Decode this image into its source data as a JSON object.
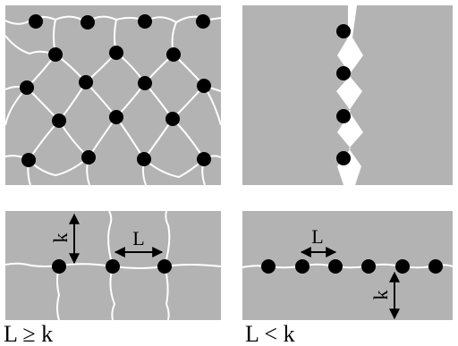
{
  "labels": {
    "left_condition": "L ≥ k",
    "right_condition": "L < k",
    "left_k": "k",
    "left_L": "L",
    "right_L": "L",
    "right_k": "k"
  },
  "colors": {
    "panel_gray": "#b3b3b3",
    "crack_white": "#ffffff",
    "dot_black": "#000000"
  }
}
